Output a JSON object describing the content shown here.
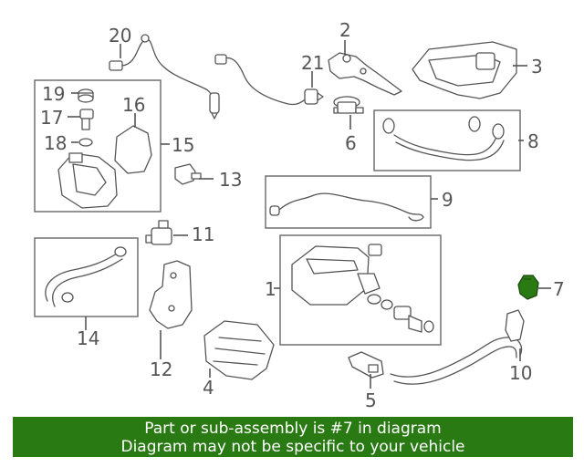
{
  "diagram": {
    "callouts": {
      "c1": "1",
      "c2": "2",
      "c3": "3",
      "c4": "4",
      "c5": "5",
      "c6": "6",
      "c7": "7",
      "c8": "8",
      "c9": "9",
      "c10": "10",
      "c11": "11",
      "c12": "12",
      "c13": "13",
      "c14": "14",
      "c15": "15",
      "c16": "16",
      "c17": "17",
      "c18": "18",
      "c19": "19",
      "c20": "20",
      "c21": "21"
    },
    "highlight_part": "7",
    "highlight_color": "#2a7a14"
  },
  "banner": {
    "line1": "Part or sub-assembly is #7 in diagram",
    "line2": "Diagram may not be specific to your vehicle",
    "background": "#2a7a14",
    "text_color": "#ffffff"
  }
}
